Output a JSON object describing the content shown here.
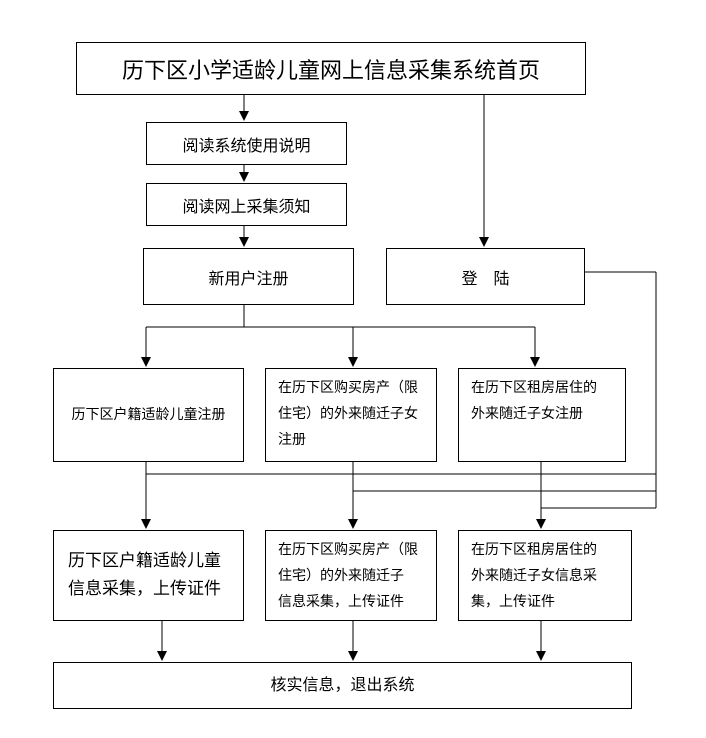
{
  "home": {
    "title": "历下区小学适龄儿童网上信息采集系统首页"
  },
  "steps": {
    "read_manual": "阅读系统使用说明",
    "read_notice": "阅读网上采集须知",
    "register": "新用户注册",
    "login": "登　陆"
  },
  "registration": {
    "local": "历下区户籍适龄儿童注册",
    "purchase": [
      "在历下区购买房产（限",
      "住宅）的外来随迁子女",
      "注册"
    ],
    "rental": [
      "在历下区租房居住的",
      "外来随迁子女注册"
    ]
  },
  "collection": {
    "local": [
      "历下区户籍适龄儿童",
      "信息采集，上传证件"
    ],
    "purchase": [
      "在历下区购买房产（限",
      "住宅）的外来随迁子",
      "信息采集，上传证件"
    ],
    "rental": [
      "在历下区租房居住的",
      "外来随迁子女信息采",
      "集，上传证件"
    ]
  },
  "final": {
    "label": "核实信息，退出系统"
  }
}
